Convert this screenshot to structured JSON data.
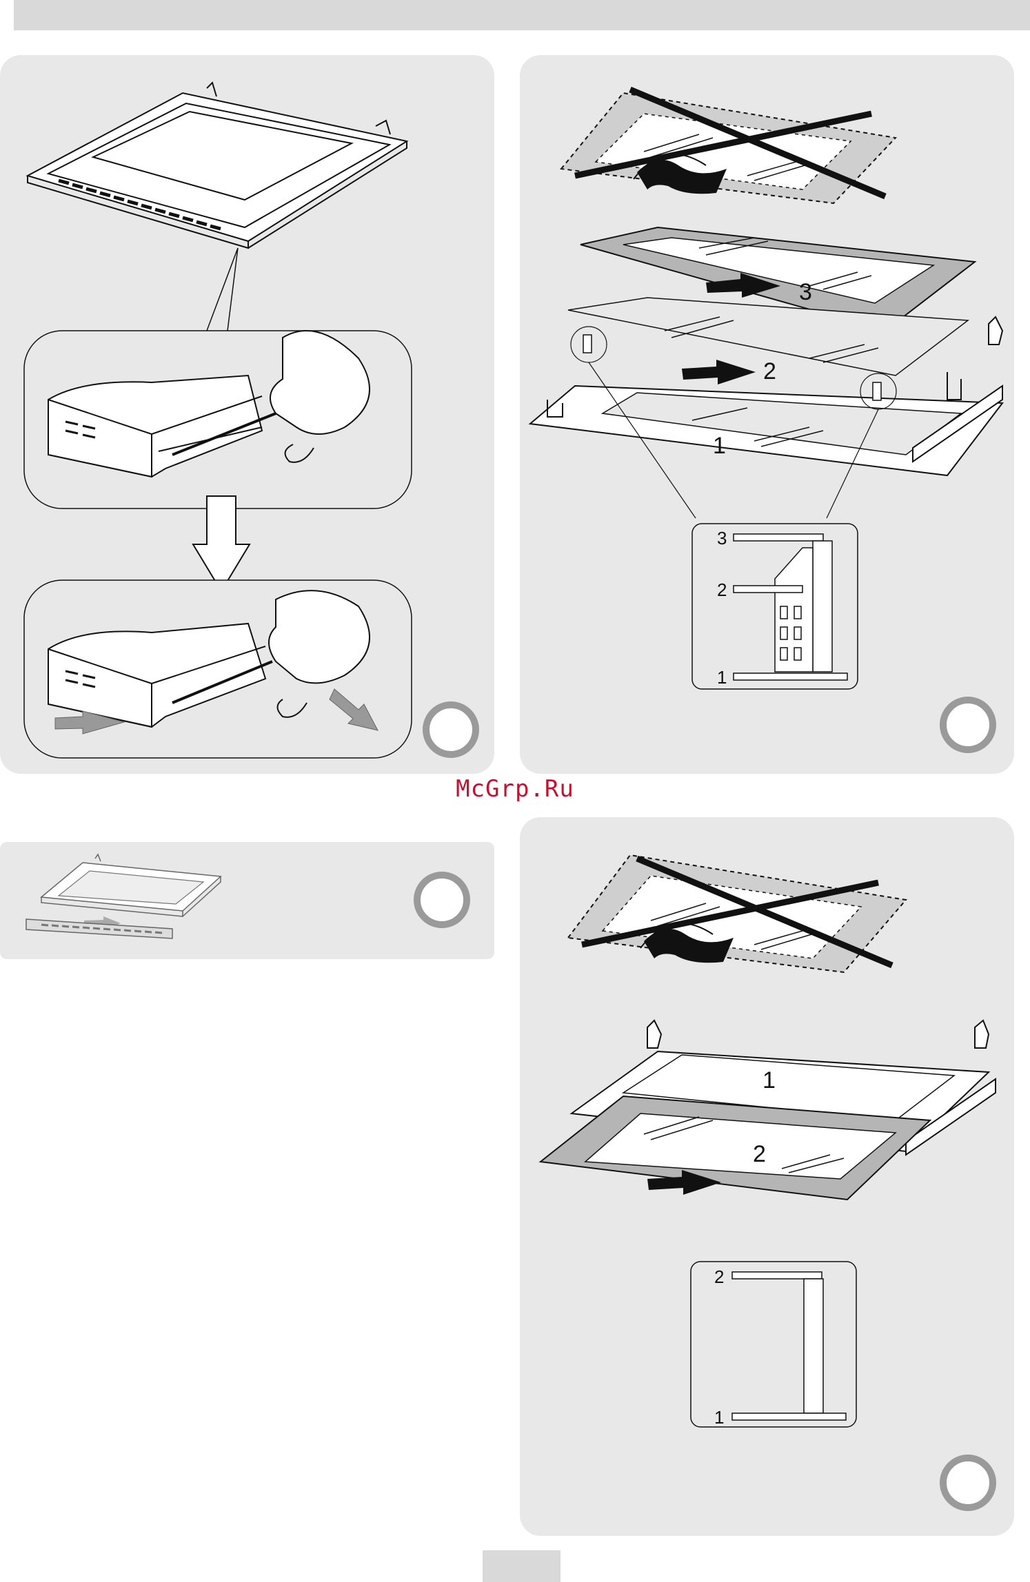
{
  "watermark": "McGrp.Ru",
  "panel_b": {
    "arrow_labels": [
      "3",
      "2",
      "1"
    ],
    "detail_labels": [
      "3",
      "2",
      "1"
    ]
  },
  "panel_d": {
    "arrow_labels": [
      "1",
      "2"
    ],
    "detail_labels": [
      "2",
      "1"
    ]
  },
  "colors": {
    "panel_bg": "#e8e8e8",
    "header_bar": "#d9d9d9",
    "marker_ring": "#9a9a9a",
    "watermark": "#c8102e"
  }
}
